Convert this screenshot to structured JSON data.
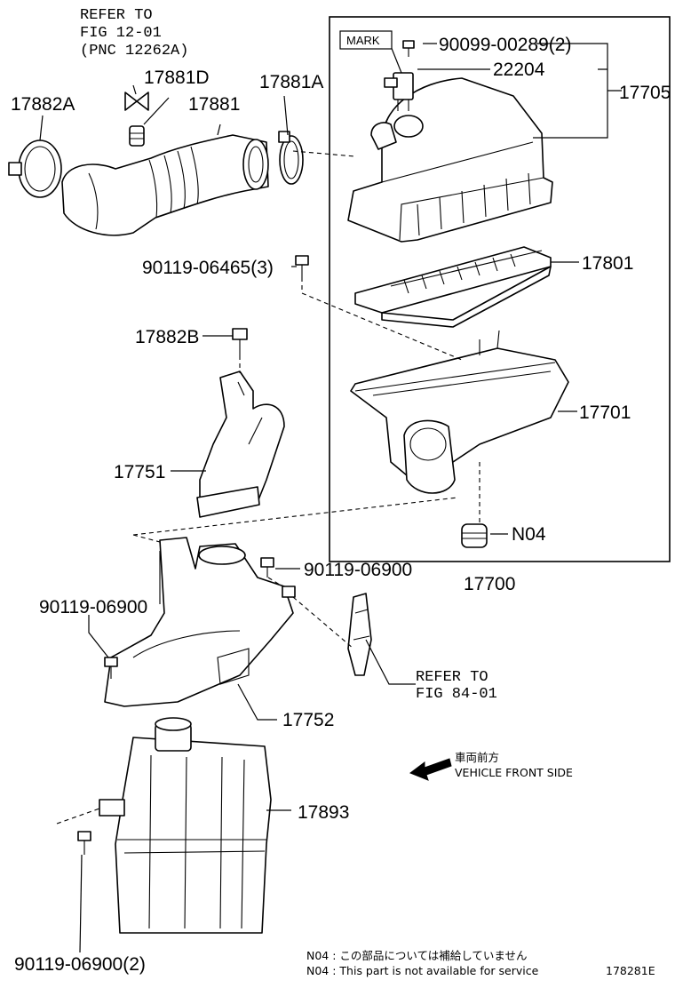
{
  "labels": {
    "p17882A": "17882A",
    "p17881D": "17881D",
    "p17881": "17881",
    "p17881A": "17881A",
    "p17705": "17705",
    "p22204": "22204",
    "p90099": "90099-00289(2)",
    "mark": "MARK",
    "p17801": "17801",
    "p90119_06465": "90119-06465(3)",
    "p17882B": "17882B",
    "p17701": "17701",
    "p17751": "17751",
    "pN04": "N04",
    "p17700": "17700",
    "p90119_06900_a": "90119-06900",
    "p90119_06900_b": "90119-06900",
    "p17752": "17752",
    "p17893": "17893",
    "p90119_06900_2": "90119-06900(2)"
  },
  "refs": {
    "refer1_line1": "REFER TO",
    "refer1_line2": "FIG 12-01",
    "refer1_line3": "(PNC 12262A)",
    "refer2_line1": "REFER TO",
    "refer2_line2": "FIG 84-01"
  },
  "direction": {
    "jp": "車両前方",
    "en": "VEHICLE FRONT SIDE"
  },
  "notes": {
    "jp": "N04 : この部品については補給していません",
    "en": "N04 : This part is not available for service"
  },
  "figure_id": "178281E"
}
